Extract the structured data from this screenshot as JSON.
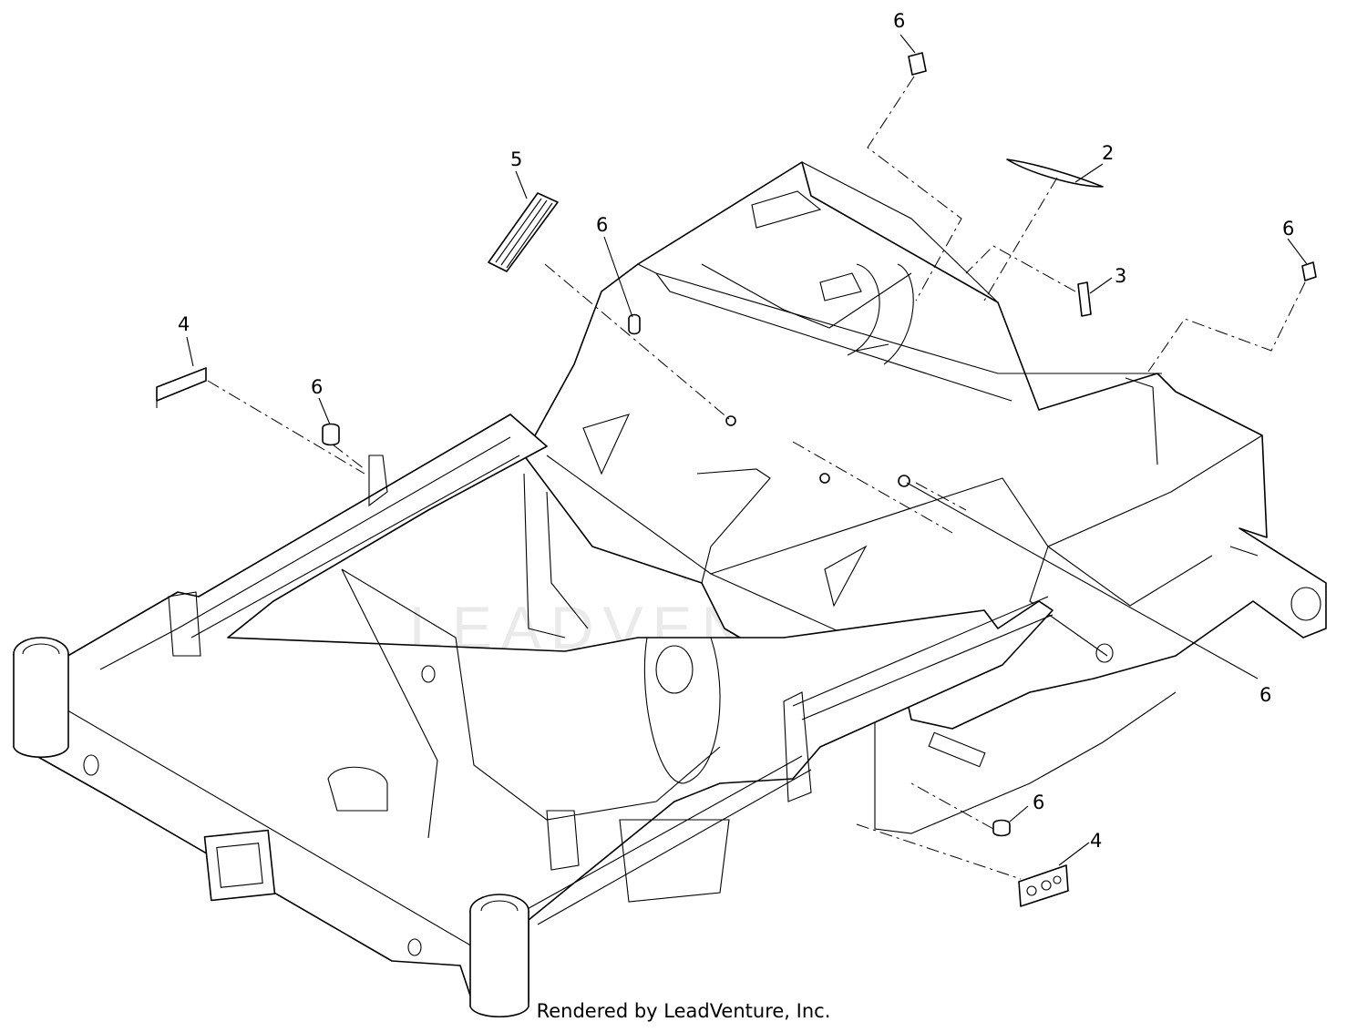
{
  "watermark": {
    "text": "LEADVENTURE"
  },
  "footer": {
    "text": "Rendered by LeadVenture, Inc."
  },
  "callouts": [
    "6",
    "2",
    "5",
    "6",
    "3",
    "6",
    "4",
    "6",
    "6",
    "6",
    "4"
  ]
}
